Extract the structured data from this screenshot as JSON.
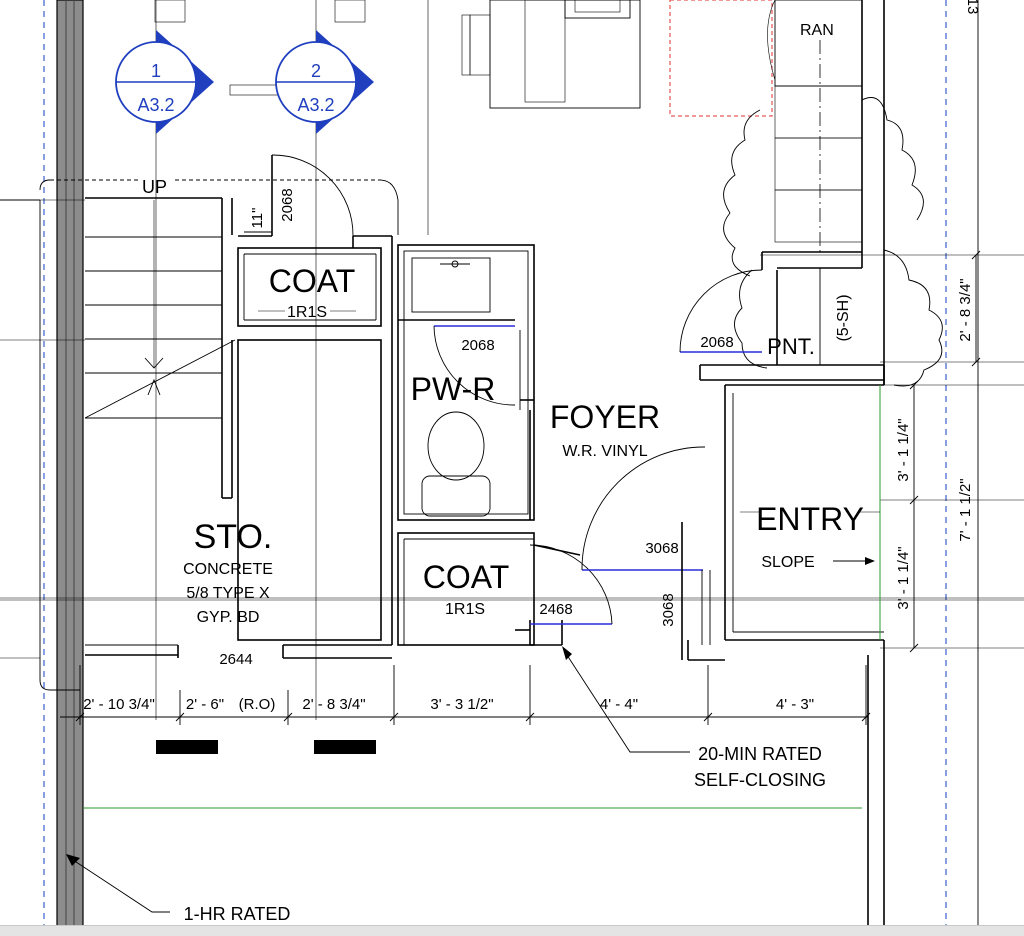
{
  "plan": {
    "rooms": {
      "coat_upper": "COAT",
      "coat_upper_sub": "1R1S",
      "pw_r": "PW-R",
      "foyer": "FOYER",
      "foyer_finish": "W.R. VINYL",
      "entry": "ENTRY",
      "entry_slope": "SLOPE",
      "sto": "STO.",
      "sto_note_1": "CONCRETE",
      "sto_note_2": "5/8 TYPE X",
      "sto_note_3": "GYP. BD",
      "coat_lower": "COAT",
      "coat_lower_sub": "1R1S",
      "pnt": "PNT.",
      "shelf": "(5-SH)",
      "ran": "RAN"
    },
    "stair_label": "UP",
    "section_markers": [
      {
        "number": "1",
        "sheet": "A3.2"
      },
      {
        "number": "2",
        "sheet": "A3.2"
      }
    ],
    "door_tags": {
      "coat_upper": "2068",
      "pw_r": "2068",
      "pantry": "2068",
      "foyer_main": "3068",
      "entry_side": "3068",
      "coat_lower": "2468",
      "sto": "2644"
    },
    "small_dims": {
      "coat_offset": "11\"",
      "right_upper": "2' - 8 3/4\"",
      "entry_top": "3' - 1 1/4\"",
      "entry_bottom": "3' - 1 1/4\"",
      "entry_total": "7' - 1 1/2\"",
      "top_cut": "13"
    },
    "dimension_strip": [
      "2' - 10 3/4\"",
      "2' - 6\"",
      "(R.O)",
      "2' - 8 3/4\"",
      "3' - 3 1/2\"",
      "4' - 4\"",
      "4' - 3\""
    ],
    "notes": {
      "door_note_1": "20-MIN RATED",
      "door_note_2": "SELF-CLOSING",
      "wall_note": "1-HR RATED"
    }
  }
}
